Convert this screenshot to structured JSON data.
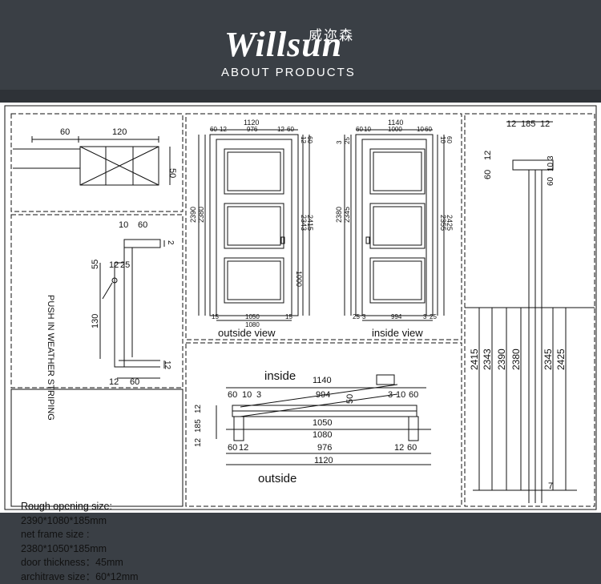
{
  "brand": {
    "name": "Willsun",
    "chinese": "威迩森",
    "tagline": "ABOUT PRODUCTS"
  },
  "colors": {
    "header_bg": "#3a3f45",
    "drawing_bg": "#ffffff",
    "line": "#111111"
  },
  "frame_section": {
    "dim_left": "60",
    "dim_right": "120",
    "dim_side": "50"
  },
  "weather_strip": {
    "dims": [
      "10",
      "60",
      "55",
      "12",
      "25",
      "130",
      "12",
      "60",
      "12",
      "2"
    ],
    "note": "PUSH IN WEATHER STRIPING"
  },
  "specs": {
    "l1": "Rough opening size:",
    "l2": "2390*1080*185mm",
    "l3": "net frame size :",
    "l4": "2380*1050*185mm",
    "l5": "door thickness：45mm",
    "l6": "architrave size：60*12mm"
  },
  "outside_view": {
    "caption": "outside view",
    "top_total": "1120",
    "top_parts": [
      "60",
      "12",
      "976",
      "12",
      "60"
    ],
    "left_dims": [
      "2390",
      "2380"
    ],
    "right_dims": [
      "2343",
      "2415",
      "12",
      "60",
      "1000"
    ],
    "bottom_dims": [
      "15",
      "1050",
      "15"
    ],
    "bottom_total": "1080"
  },
  "inside_view": {
    "caption": "inside view",
    "top_total": "1140",
    "top_parts": [
      "60",
      "10",
      "1000",
      "10",
      "60"
    ],
    "left_dims": [
      "2380",
      "2345",
      "3",
      "25"
    ],
    "right_dims": [
      "2355",
      "2425",
      "10",
      "60"
    ],
    "bottom_dims": [
      "25",
      "3",
      "994",
      "3",
      "25"
    ]
  },
  "plan_section": {
    "inside_label": "inside",
    "outside_label": "outside",
    "top_total": "1140",
    "top_left": [
      "60",
      "10",
      "3"
    ],
    "top_mid": "994",
    "top_right": [
      "3",
      "10",
      "60"
    ],
    "swing": "50",
    "mid_1": "1050",
    "mid_2": "1080",
    "side_left": [
      "12",
      "185",
      "12"
    ],
    "bottom_parts": [
      "60",
      "12",
      "976",
      "12",
      "60"
    ],
    "bottom_total": "1120"
  },
  "side_section": {
    "top_parts": [
      "12",
      "185",
      "12"
    ],
    "head_left": [
      "12",
      "60"
    ],
    "head_right": [
      "3",
      "10",
      "60"
    ],
    "heights": [
      "2415",
      "2343",
      "2390",
      "2380",
      "2345",
      "2425"
    ],
    "bottom": "7"
  }
}
